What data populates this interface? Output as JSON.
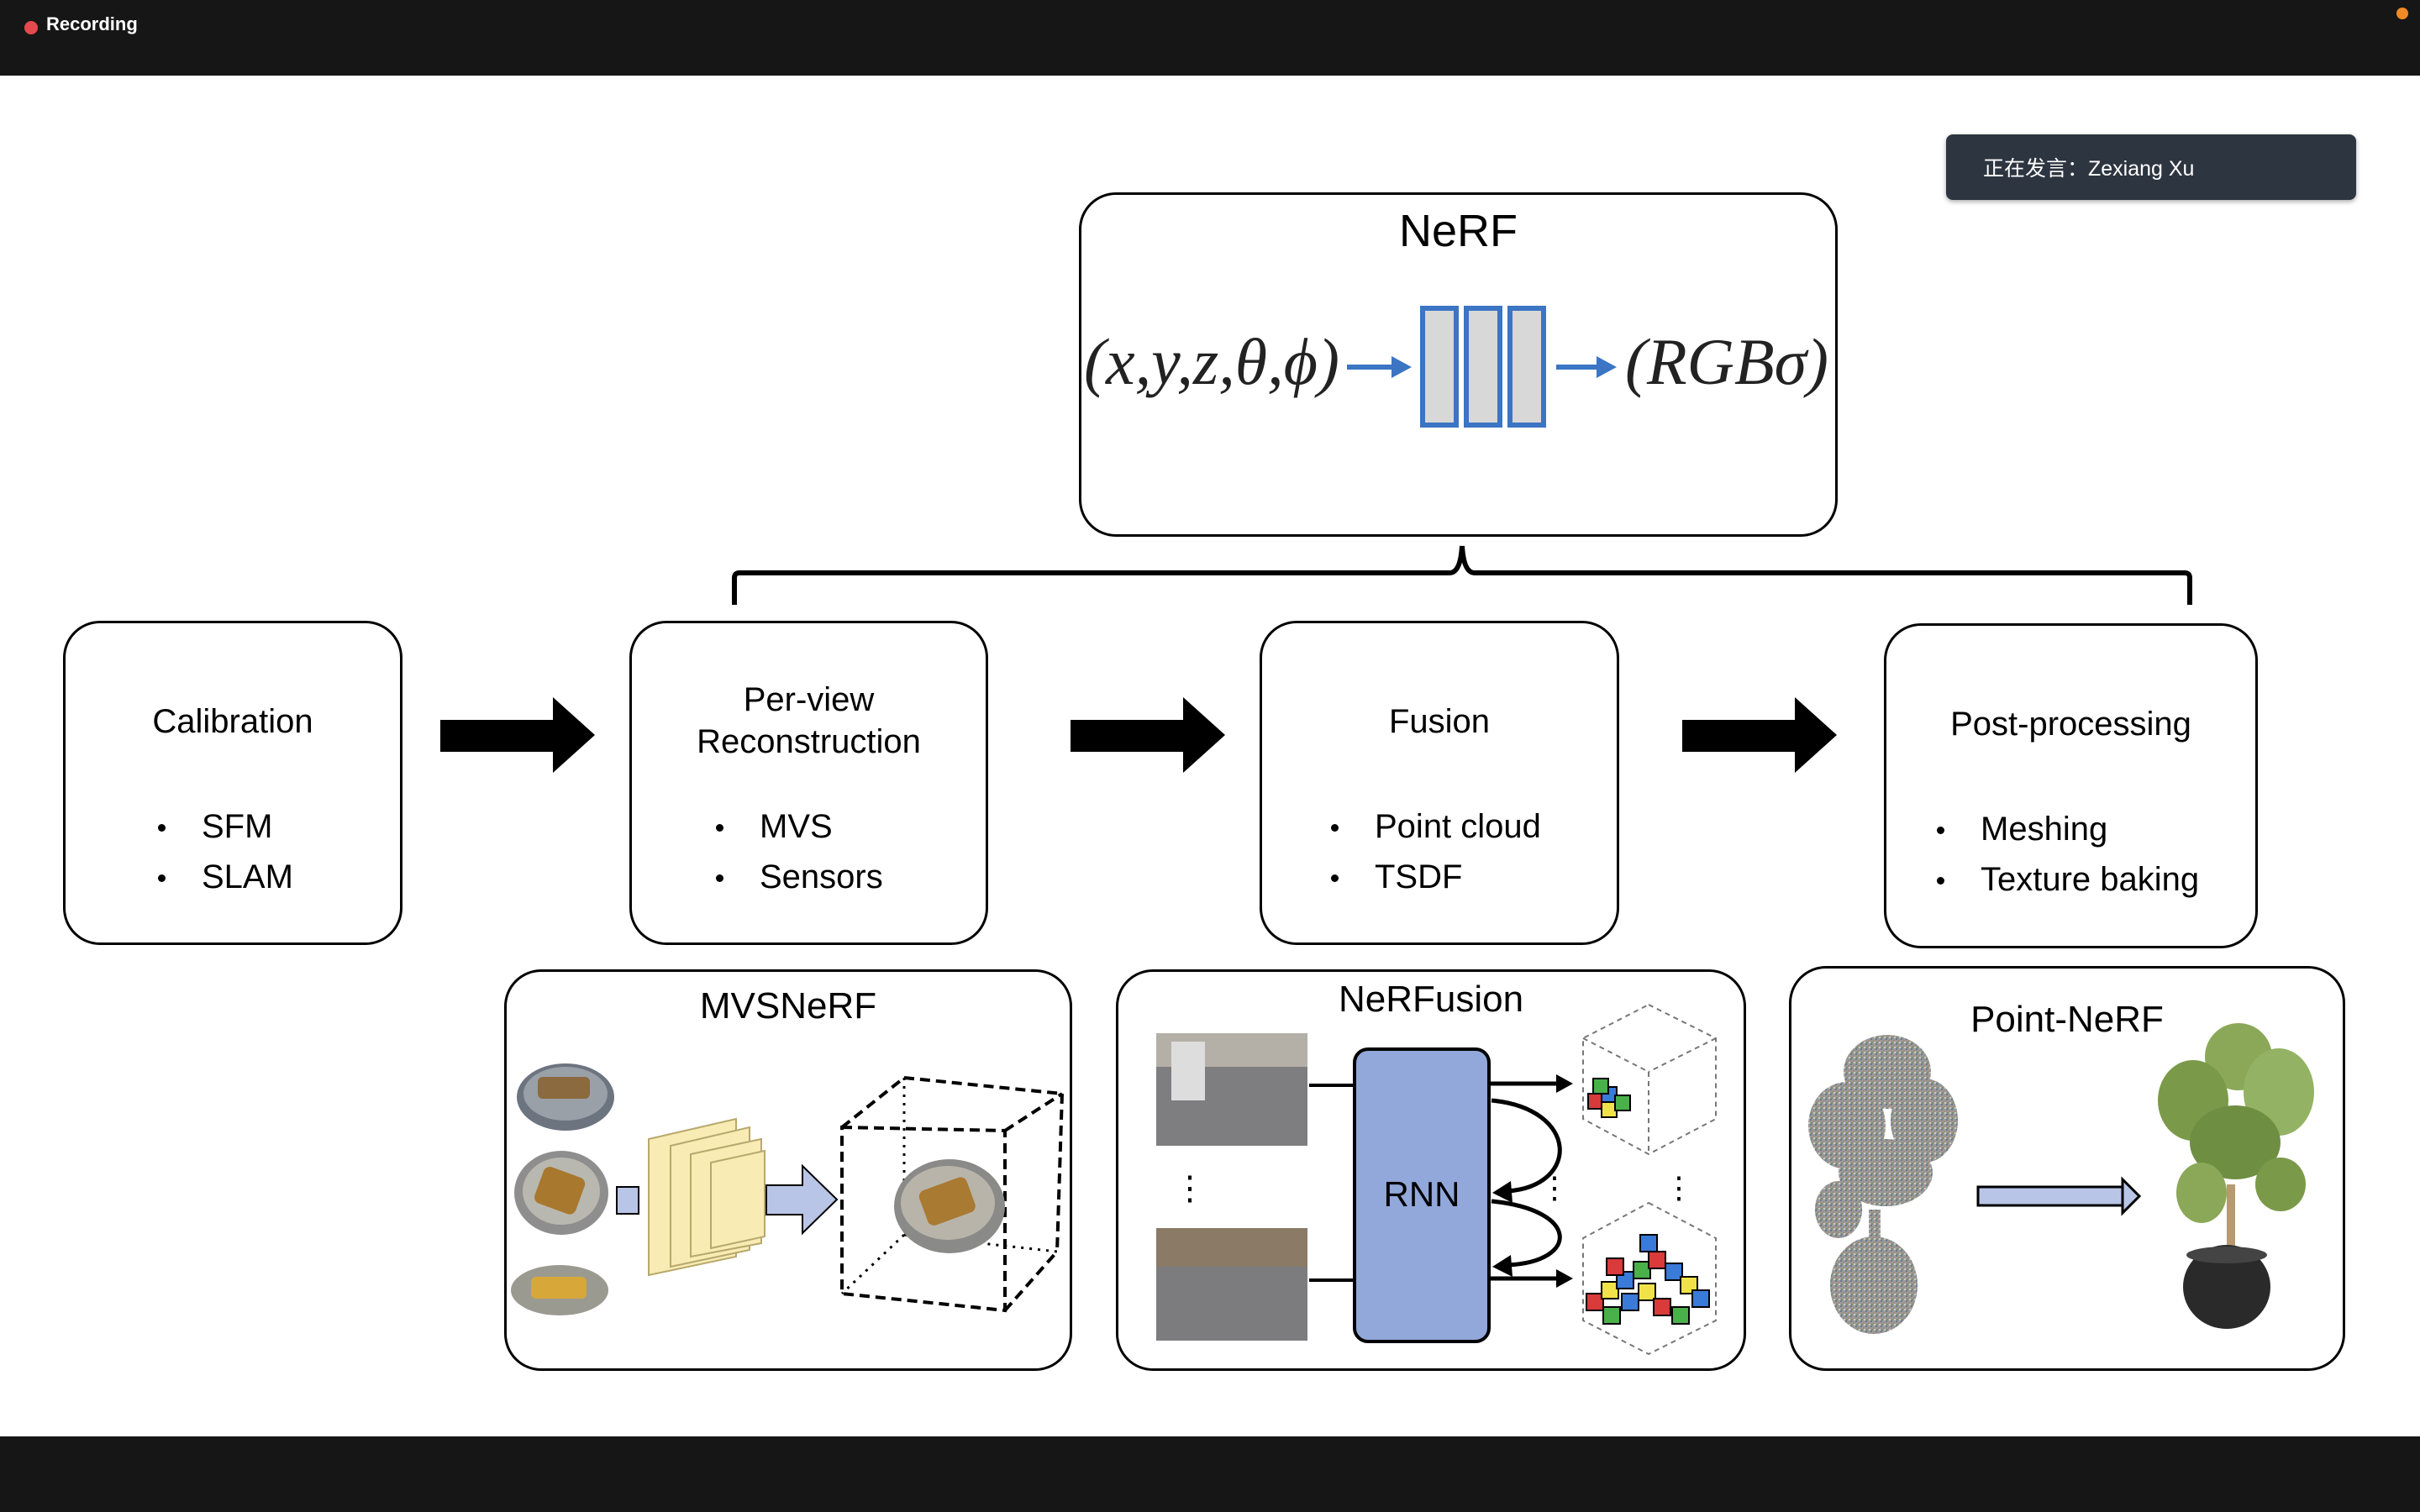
{
  "window": {
    "recording_label": "Recording"
  },
  "speaker": {
    "label": "正在发言：Zexiang Xu"
  },
  "nerf": {
    "title": "NeRF",
    "input": "(x,y,z,θ,ϕ)",
    "output": "(RGBσ)"
  },
  "stages": [
    {
      "title": "Calibration",
      "bullets": [
        "SFM",
        "SLAM"
      ]
    },
    {
      "title_lines": [
        "Per-view",
        "Reconstruction"
      ],
      "bullets": [
        "MVS",
        "Sensors"
      ]
    },
    {
      "title": "Fusion",
      "bullets": [
        "Point cloud",
        "TSDF"
      ]
    },
    {
      "title": "Post-processing",
      "bullets": [
        "Meshing",
        "Texture baking"
      ]
    }
  ],
  "panels": {
    "mvsnerf": {
      "title": "MVSNeRF"
    },
    "nerfusion": {
      "title": "NeRFusion",
      "rnn_label": "RNN",
      "ellipsis": "⋮"
    },
    "pointnerf": {
      "title": "Point-NeRF"
    }
  },
  "colors": {
    "arrow_blue": "#3b75c4",
    "rnn_fill": "#92a8da",
    "volume_fill": "#f8ecb4"
  }
}
